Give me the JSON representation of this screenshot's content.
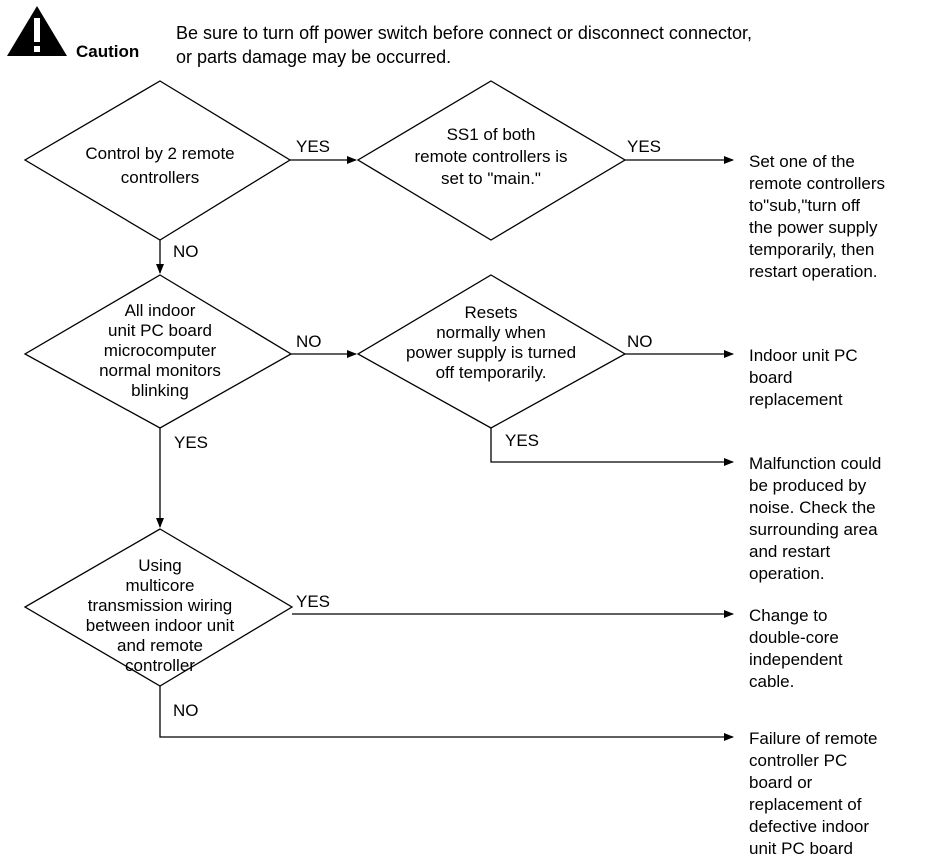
{
  "caution": {
    "label": "Caution",
    "lines": [
      "Be sure to turn off power switch before connect or disconnect connector,",
      "or parts damage may be occurred."
    ]
  },
  "decisions": [
    {
      "id": "d1",
      "lines": [
        "Control by 2 remote",
        "controllers"
      ]
    },
    {
      "id": "d2",
      "lines": [
        "SS1 of both",
        "remote controllers is",
        "set to \"main.\""
      ]
    },
    {
      "id": "d3",
      "lines": [
        "All indoor",
        "unit PC board",
        "microcomputer",
        "normal monitors",
        "blinking"
      ]
    },
    {
      "id": "d4",
      "lines": [
        "Resets",
        "normally when",
        "power supply is turned",
        "off temporarily."
      ]
    },
    {
      "id": "d5",
      "lines": [
        "Using",
        "multicore",
        "transmission wiring",
        "between indoor unit",
        "and remote",
        "controller"
      ]
    }
  ],
  "results": [
    {
      "id": "r1",
      "lines": [
        "Set one of the",
        "remote controllers",
        "to\"sub,\"turn off",
        "the power supply",
        "temporarily, then",
        "restart operation."
      ]
    },
    {
      "id": "r2",
      "lines": [
        "Indoor unit PC",
        "board",
        "replacement"
      ]
    },
    {
      "id": "r3",
      "lines": [
        "Malfunction could",
        "be produced by",
        "noise. Check the",
        "surrounding area",
        "and restart",
        "operation."
      ]
    },
    {
      "id": "r4",
      "lines": [
        "Change to",
        "double-core",
        "independent",
        "cable."
      ]
    },
    {
      "id": "r5",
      "lines": [
        "Failure of remote",
        "controller PC",
        "board or",
        "replacement of",
        "defective indoor",
        "unit PC board"
      ]
    }
  ],
  "edges": {
    "d1_yes": "YES",
    "d1_no": "NO",
    "d2_yes": "YES",
    "d3_no": "NO",
    "d3_yes": "YES",
    "d4_no": "NO",
    "d4_yes": "YES",
    "d5_yes": "YES",
    "d5_no": "NO"
  },
  "icons": {
    "warning": "warning-triangle-icon"
  }
}
